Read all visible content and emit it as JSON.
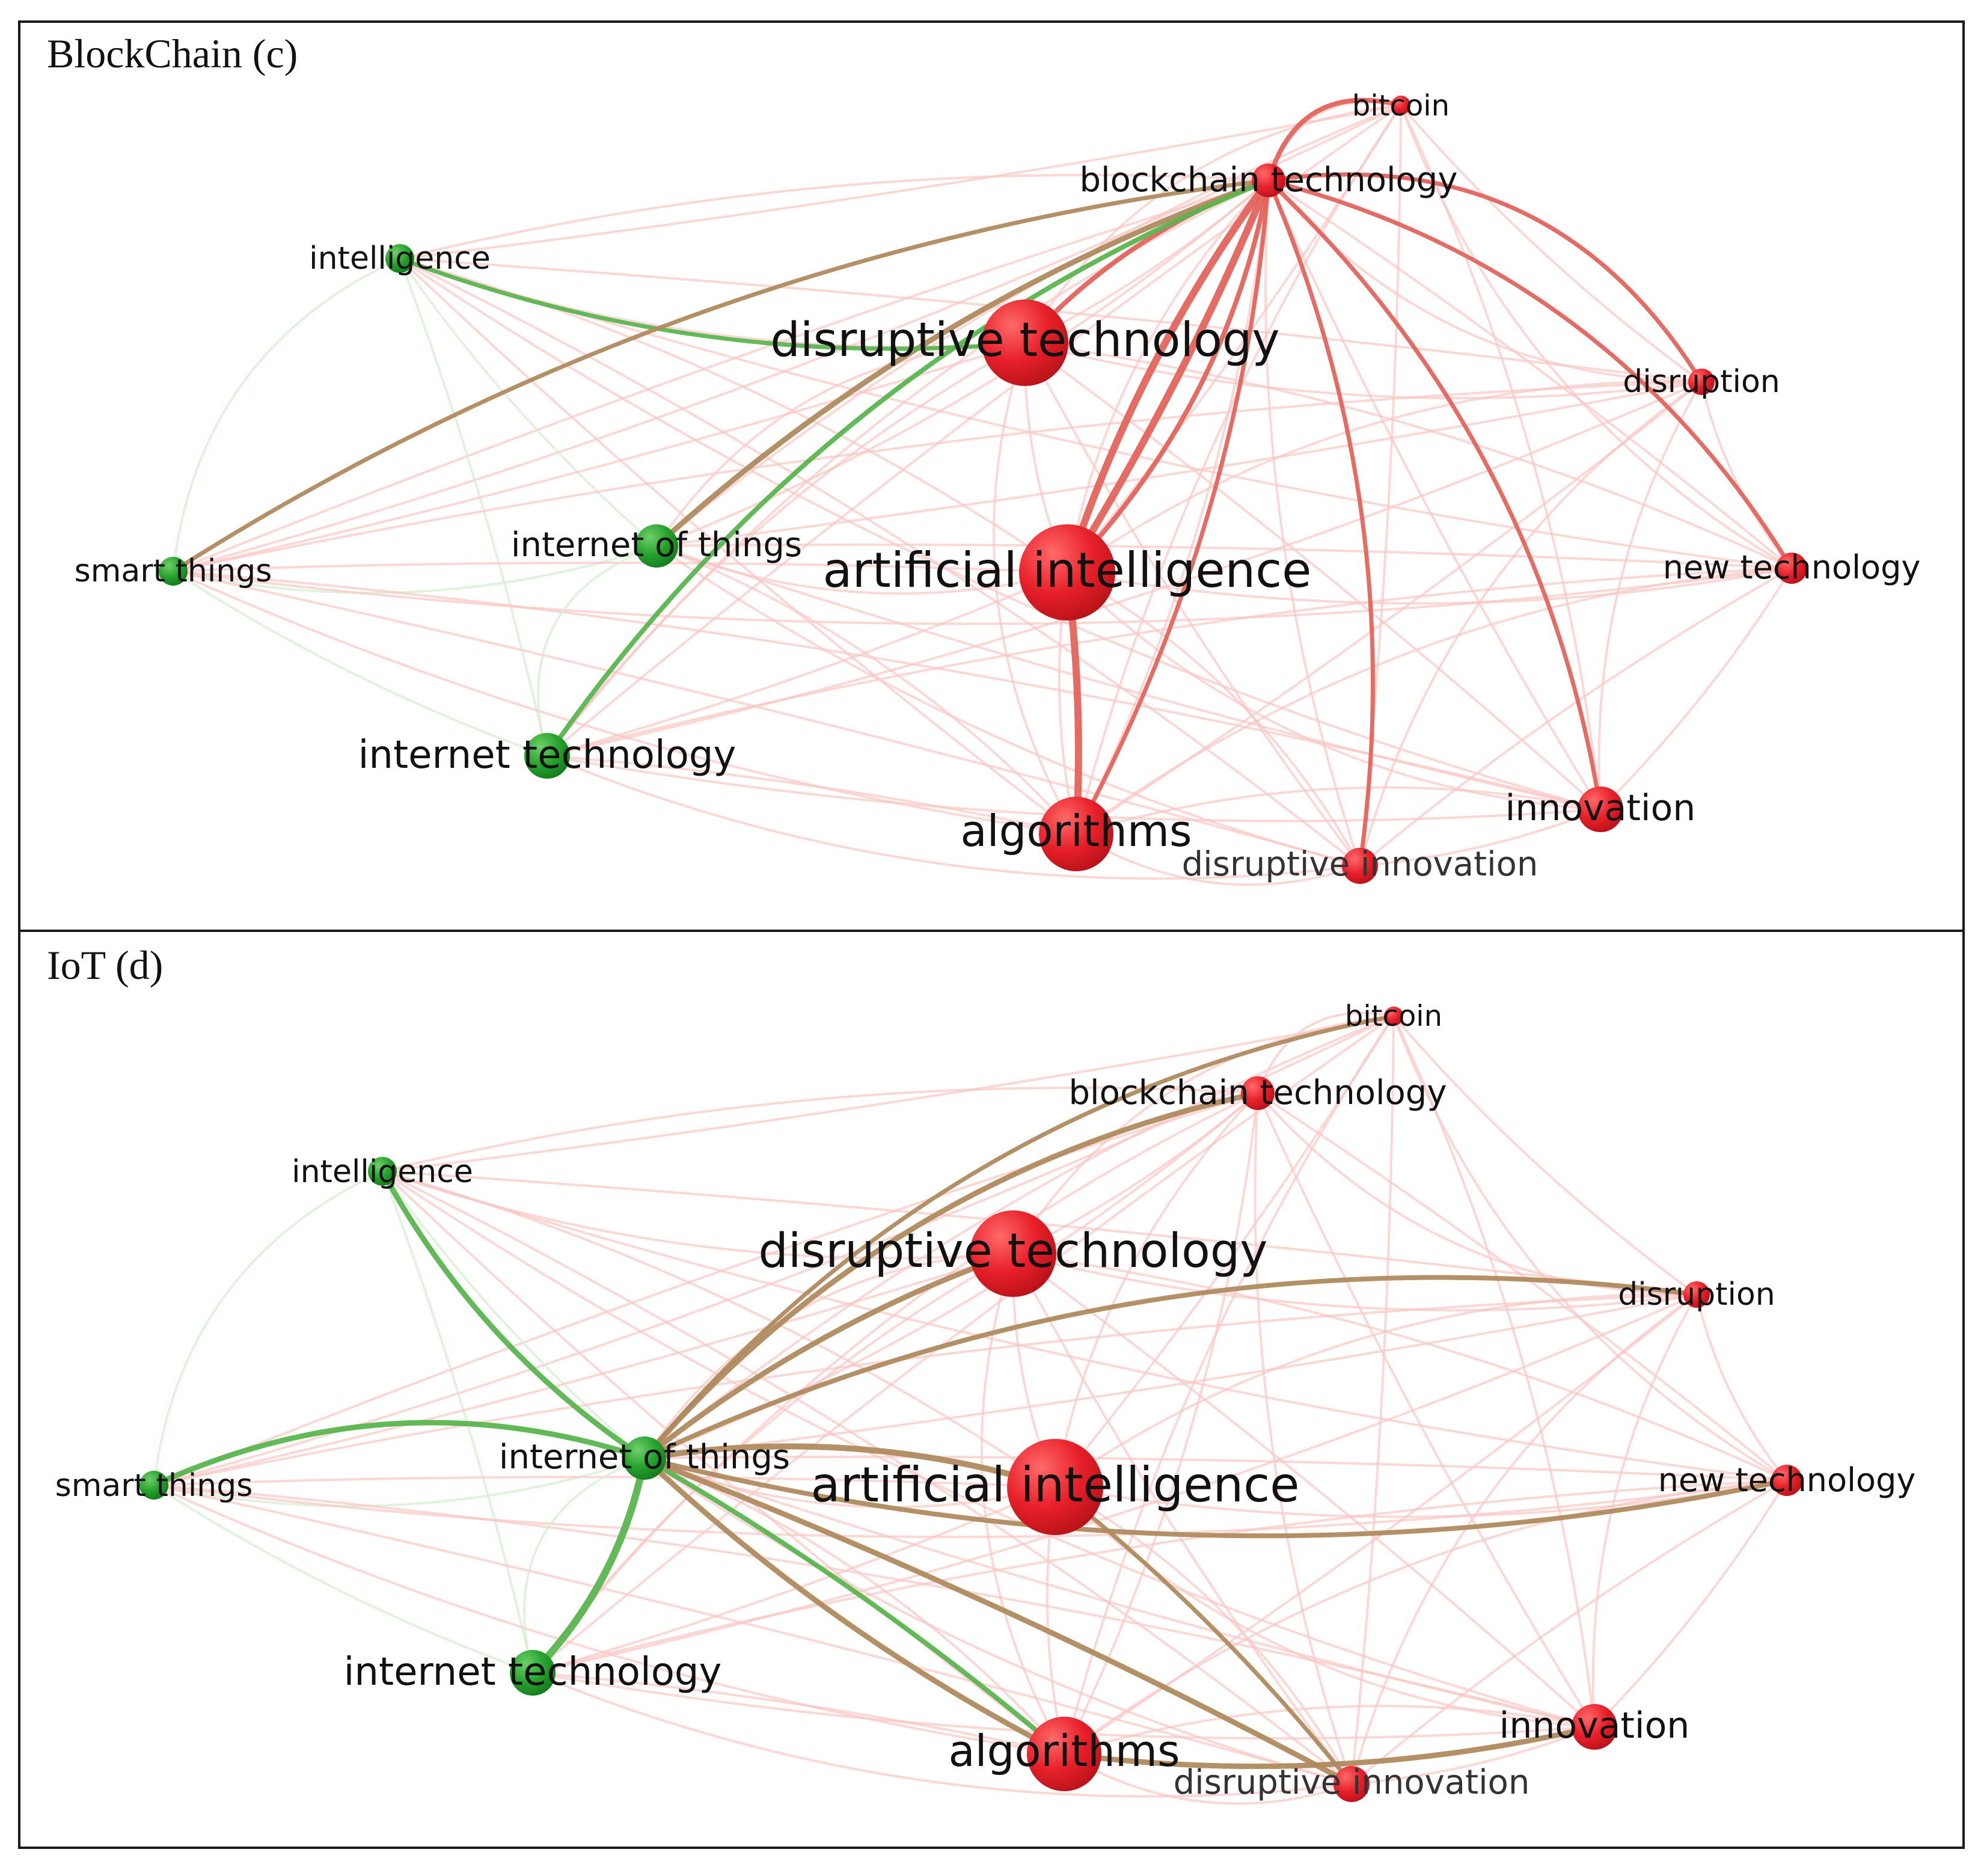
{
  "panels": [
    {
      "title": "BlockChain (c)",
      "nodes": [
        {
          "id": "bitcoin",
          "label": "bitcoin",
          "cluster": "red"
        },
        {
          "id": "blockchain_technology",
          "label": "blockchain technology",
          "cluster": "red"
        },
        {
          "id": "intelligence",
          "label": "intelligence",
          "cluster": "green"
        },
        {
          "id": "disruptive_technology",
          "label": "disruptive technology",
          "cluster": "red"
        },
        {
          "id": "disruption",
          "label": "disruption",
          "cluster": "red"
        },
        {
          "id": "smart_things",
          "label": "smart things",
          "cluster": "green"
        },
        {
          "id": "internet_of_things",
          "label": "internet of things",
          "cluster": "green"
        },
        {
          "id": "artificial_intelligence",
          "label": "artificial intelligence",
          "cluster": "red"
        },
        {
          "id": "new_technology",
          "label": "new technology",
          "cluster": "red"
        },
        {
          "id": "internet_technology",
          "label": "internet technology",
          "cluster": "green"
        },
        {
          "id": "innovation",
          "label": "innovation",
          "cluster": "red"
        },
        {
          "id": "algorithms",
          "label": "algorithms",
          "cluster": "red"
        },
        {
          "id": "disruptive_innovation",
          "label": "disruptive innovation",
          "cluster": "red"
        }
      ]
    },
    {
      "title": "IoT (d)",
      "nodes": [
        {
          "id": "bitcoin",
          "label": "bitcoin",
          "cluster": "red"
        },
        {
          "id": "blockchain_technology",
          "label": "blockchain technology",
          "cluster": "red"
        },
        {
          "id": "intelligence",
          "label": "intelligence",
          "cluster": "green"
        },
        {
          "id": "disruptive_technology",
          "label": "disruptive technology",
          "cluster": "red"
        },
        {
          "id": "disruption",
          "label": "disruption",
          "cluster": "red"
        },
        {
          "id": "smart_things",
          "label": "smart things",
          "cluster": "green"
        },
        {
          "id": "internet_of_things",
          "label": "internet of things",
          "cluster": "green"
        },
        {
          "id": "artificial_intelligence",
          "label": "artificial intelligence",
          "cluster": "red"
        },
        {
          "id": "new_technology",
          "label": "new technology",
          "cluster": "red"
        },
        {
          "id": "internet_technology",
          "label": "internet technology",
          "cluster": "green"
        },
        {
          "id": "innovation",
          "label": "innovation",
          "cluster": "red"
        },
        {
          "id": "algorithms",
          "label": "algorithms",
          "cluster": "red"
        },
        {
          "id": "disruptive_innovation",
          "label": "disruptive innovation",
          "cluster": "red"
        }
      ]
    }
  ],
  "colors": {
    "red_node": "#e8202a",
    "green_node": "#27a22e",
    "red_edge": "#e4645c",
    "green_edge": "#5ab54e",
    "mixed_edge": "#b08a5e",
    "faint_red_edge": "#f8c8c4",
    "faint_green_edge": "#d4ecd0"
  }
}
